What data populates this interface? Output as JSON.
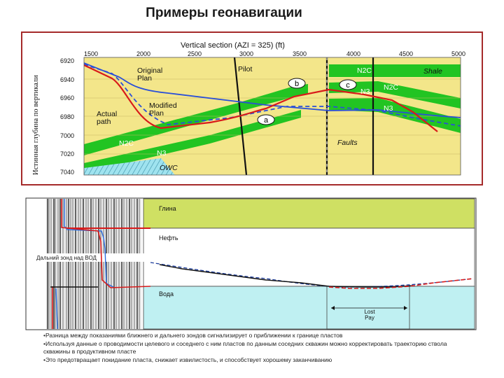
{
  "title": "Примеры геонавигации",
  "top_chart": {
    "header": "Vertical section (AZI = 325)  (ft)",
    "y_axis_label": "Истинная глубина по вертикали",
    "x_ticks": [
      "1500",
      "2000",
      "2500",
      "3000",
      "3500",
      "4000",
      "4500",
      "5000"
    ],
    "y_ticks": [
      "6920",
      "6940",
      "6960",
      "6980",
      "7000",
      "7020",
      "7040"
    ],
    "labels": {
      "original_plan": "Original\nPlan",
      "modified_plan": "Modified\nPlan",
      "actual_path": "Actual\npath",
      "pilot": "Pilot",
      "shale": "Shale",
      "faults": "Faults",
      "owc": "OWC",
      "marker_a": "a",
      "marker_b": "b",
      "marker_c": "c",
      "n2c_left": "N2C",
      "n3_left": "N3",
      "n2c_right_top": "N2C",
      "n2c_right_mid": "N2C",
      "n3_right_top": "N3",
      "n3_right_bottom": "N3"
    },
    "colors": {
      "background": "#f3e68a",
      "layer": "#22c422",
      "original_plan": "#2a4fd8",
      "actual_path": "#d81a1a",
      "frame": "#a52a2a"
    }
  },
  "bottom_diagram": {
    "zones": {
      "clay": "Глина",
      "oil": "Нефть",
      "water": "Вода"
    },
    "probe_label": "Дальний зонд над ВОД",
    "lost_pay": "Lost\nPay",
    "colors": {
      "clay": "#cfe063",
      "oil": "#ffffff",
      "water": "#bff0f2"
    }
  },
  "bullets": [
    "•Разница между показаниями ближнего и дальнего зондов сигнализирует о приближении к границе пластов",
    "•Используя данные о проводимости целевого и соседнего с ним пластов по данным соседних скважин можно корректировать траекторию ствола скважины в продуктивном пласте",
    "•Это предотвращает покидание пласта, снижает извилистость, и способствует хорошему заканчиванию"
  ]
}
